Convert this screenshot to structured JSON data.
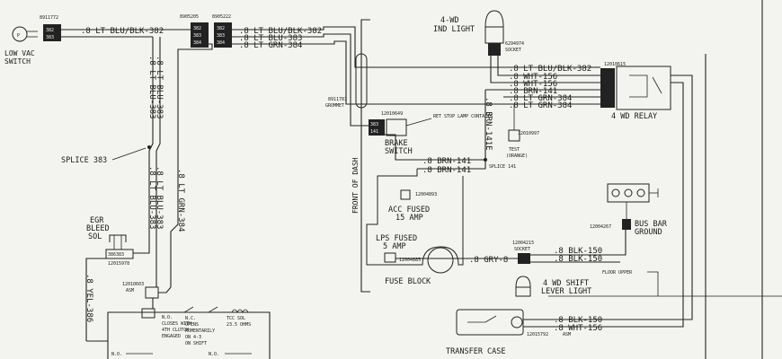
{
  "diagram": {
    "components": {
      "low_vac_switch": {
        "part_no": "8911772",
        "label_lines": [
          "LOW VAC",
          "SWITCH"
        ],
        "terminals": [
          "382",
          "383"
        ]
      },
      "connector_8905205": {
        "part_no": "8905205",
        "terminals": [
          "382",
          "383",
          "384"
        ]
      },
      "connector_8905222": {
        "part_no": "8905222",
        "terminals": [
          "382",
          "383",
          "384"
        ]
      },
      "splice_383": {
        "label": "SPLICE 383"
      },
      "egr_bleed_sol": {
        "label_lines": [
          "EGR",
          "BLEED",
          "SOL"
        ],
        "part_no": "12015978",
        "terminals": "386383"
      },
      "asm_12010603": {
        "part_no": "12010603",
        "asm": "ASM"
      },
      "grommet": {
        "part_no": "8911781",
        "label": "GROMMET"
      },
      "front_of_dash": {
        "label": "FRONT OF DASH"
      },
      "four_wd_ind_light": {
        "label_lines": [
          "4-WD",
          "IND LIGHT"
        ],
        "socket_part": "6294974",
        "socket_label": "SOCKET"
      },
      "four_wd_relay": {
        "part_no": "12010615",
        "label": "4 WD RELAY"
      },
      "brake_switch": {
        "part_no": "12010649",
        "terminals": [
          "383",
          "141"
        ],
        "label_lines": [
          "BRAKE",
          "SWITCH"
        ],
        "contacts_label": "RET STOP LAMP CONTACTS"
      },
      "test_conn": {
        "part_no": "12010997",
        "label_lines": [
          "TEST",
          "(ORANGE)"
        ]
      },
      "splice_141": {
        "label": "SPLICE 141"
      },
      "acc_fused": {
        "part_no": "12004893",
        "label_lines": [
          "ACC FUSED",
          "15 AMP"
        ]
      },
      "lps_fused": {
        "part_no": "12004885",
        "label_lines": [
          "LPS FUSED",
          "5 AMP"
        ]
      },
      "fuse_block": {
        "label": "FUSE BLOCK"
      },
      "socket_12004215": {
        "part_no": "12004215",
        "label": "SOCKET"
      },
      "bus_bar_ground": {
        "part_no": "12004267",
        "label_lines": [
          "BUS BAR",
          "GROUND"
        ]
      },
      "floor_upper": {
        "label": "FLOOR UPPER"
      },
      "shift_lever_light": {
        "label_lines": [
          "4 WD SHIFT",
          "LEVER LIGHT"
        ]
      },
      "transfer_case": {
        "label": "TRANSFER CASE",
        "part_no": "12015792",
        "asm": "ASM"
      },
      "clutch_switch_text": {
        "label_lines": [
          "N.O.",
          "CLOSES WITH",
          "4TH CLUTCH",
          "ENGAGED"
        ]
      },
      "open_momentarily_text": {
        "label_lines": [
          "N.C.",
          "OPENS",
          "MOMENTARILY",
          "ON 4-3",
          "ON SHIFT"
        ]
      },
      "tcc_sol": {
        "label_lines": [
          "TCC SOL",
          "23.5 OHMS"
        ]
      },
      "bottom_no_left": {
        "label": "N.O."
      },
      "bottom_no_right": {
        "label": "N.O."
      }
    },
    "wires": {
      "top_382": ".8 LT BLU/BLK-382",
      "top_382b": ".8 LT BLU/BLK-382",
      "top_383b": ".8 LT BLU-383",
      "top_384b": ".8 LT GRN-384",
      "vert_383_a": ".8 LT BLU-383",
      "vert_383_b": ".8 LT BLU-383",
      "vert_383_c": ".8 LT BLU-383",
      "vert_383_d": ".8 LT BLU-383",
      "vert_384": ".8 LT GRN-384",
      "yel_386": ".8 YEL-386",
      "relay_382": ".8 LT BLU/BLK-382",
      "relay_156": ".8 WHT-156",
      "relay_156b": ".8 WHT-156",
      "relay_141": ".8 BRN-141",
      "relay_384": ".8 LT GRN-384",
      "relay_384b": ".8 LT GRN-384",
      "brn_141_vert": ".8 BRN-141E",
      "brn_141_a": ".8 BRN-141",
      "brn_141_b": ".8 BRN-141",
      "gry_8": ".8 GRY-8",
      "blk_150_a": ".8 BLK-150",
      "blk_150_b": ".8 BLK-150",
      "blk_150_c": ".8 BLK-150",
      "wht_156_tc": ".8 WHT-156"
    }
  }
}
